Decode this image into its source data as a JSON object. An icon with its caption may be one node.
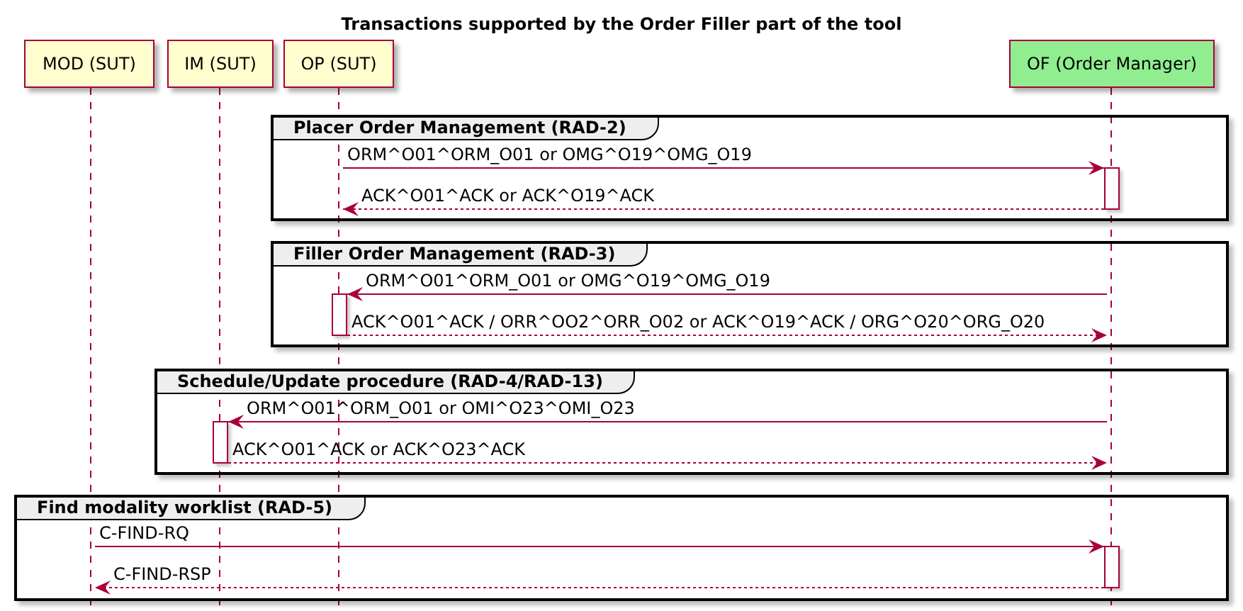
{
  "diagram": {
    "title": "Transactions supported by the Order Filler part of the tool",
    "nodes": [
      {
        "text": [
          "MOD (SUT)"
        ]
      },
      {
        "text": [
          "IM (SUT)"
        ]
      },
      {
        "text": [
          "OP (SUT)"
        ]
      },
      {
        "text": [
          "OF (Order Manager)"
        ]
      },
      {
        "text": [],
        "shape": "line"
      },
      {
        "text": [],
        "shape": "line"
      },
      {
        "text": [],
        "shape": "line"
      },
      {
        "text": [],
        "shape": "line"
      },
      {
        "text": [
          "Placer Order Management (RAD-2)"
        ]
      },
      {
        "text": [],
        "shape": "bar",
        "in": 8
      },
      {
        "text": [
          "Filler Order Management (RAD-3)"
        ]
      },
      {
        "text": [],
        "shape": "bar",
        "in": 10
      },
      {
        "text": [
          "Schedule/Update procedure (RAD-4/RAD-13)"
        ]
      },
      {
        "text": [],
        "shape": "bar",
        "in": 12
      },
      {
        "text": [
          "Find modality worklist (RAD-5)"
        ]
      },
      {
        "text": [],
        "shape": "bar",
        "in": 14
      }
    ],
    "edges": [
      {
        "from": 6,
        "to": 9,
        "arrow": "to",
        "label": "ORM^O01^ORM_O01 or OMG^O19^OMG_O19"
      },
      {
        "from": 9,
        "to": 6,
        "arrow": "to",
        "style": "dashed",
        "label": "ACK^O01^ACK or ACK^O19^ACK"
      },
      {
        "from": 7,
        "to": 11,
        "arrow": "to",
        "label": "ORM^O01^ORM_O01 or OMG^O19^OMG_O19"
      },
      {
        "from": 11,
        "to": 7,
        "arrow": "to",
        "style": "dashed",
        "label": "ACK^O01^ACK / ORR^OO2^ORR_O02 or ACK^O19^ACK / ORG^O20^ORG_O20"
      },
      {
        "from": 7,
        "to": 13,
        "arrow": "to",
        "label": "ORM^O01^ORM_O01 or OMI^O23^OMI_O23"
      },
      {
        "from": 13,
        "to": 7,
        "arrow": "to",
        "style": "dashed",
        "label": "ACK^O01^ACK or ACK^O23^ACK"
      },
      {
        "from": 4,
        "to": 15,
        "arrow": "to",
        "label": "C-FIND-RQ"
      },
      {
        "from": 15,
        "to": 4,
        "arrow": "to",
        "style": "dashed",
        "label": "C-FIND-RSP"
      }
    ]
  }
}
